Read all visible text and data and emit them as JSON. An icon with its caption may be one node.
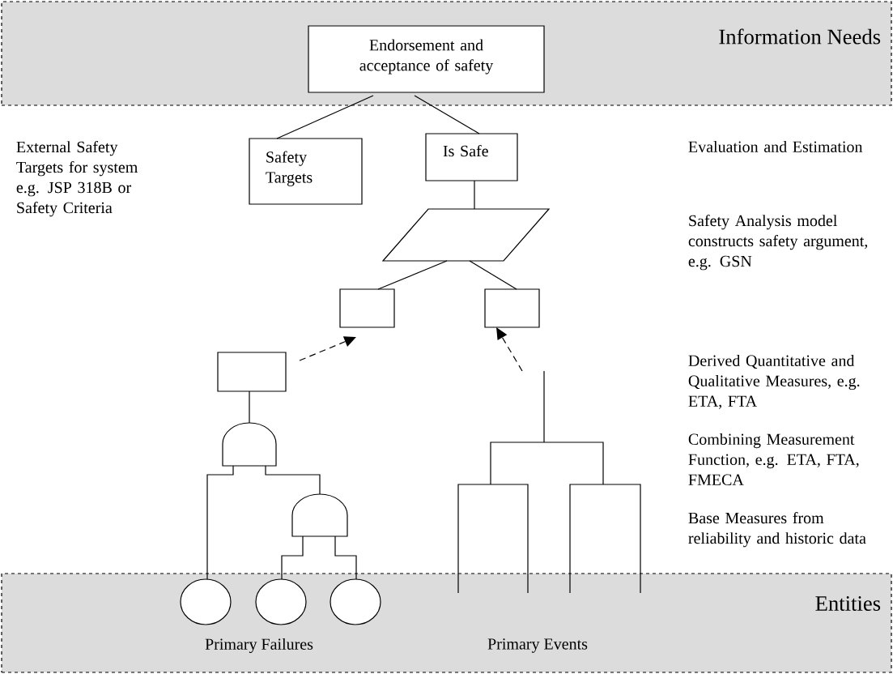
{
  "diagram": {
    "nodes": [
      {
        "text": [
          "Information Needs"
        ]
      },
      {
        "text": [
          "Endorsement and acceptance of safety"
        ],
        "in": 0
      },
      {
        "text": [
          "Safety Targets"
        ]
      },
      {
        "text": [
          "Is Safe"
        ]
      },
      {
        "text": [],
        "shape": "parallelogram"
      },
      {
        "text": [],
        "shape": "box"
      },
      {
        "text": [],
        "shape": "box"
      },
      {
        "text": [],
        "shape": "box"
      },
      {
        "text": [],
        "shape": "gate"
      },
      {
        "text": [],
        "shape": "gate"
      },
      {
        "text": [
          "Entities",
          "Primary Failures",
          "Primary Events"
        ]
      },
      {
        "text": [],
        "shape": "circle",
        "in": 10
      },
      {
        "text": [],
        "shape": "circle",
        "in": 10
      },
      {
        "text": [],
        "shape": "circle",
        "in": 10
      },
      {
        "text": [],
        "shape": "tree"
      }
    ],
    "edges": [
      {
        "from": 1,
        "to": 2,
        "arrow": "none"
      },
      {
        "from": 1,
        "to": 3,
        "arrow": "none"
      },
      {
        "from": 3,
        "to": 4,
        "arrow": "none"
      },
      {
        "from": 4,
        "to": 5,
        "arrow": "none"
      },
      {
        "from": 4,
        "to": 6,
        "arrow": "none"
      },
      {
        "from": 7,
        "to": 5,
        "arrow": "to",
        "style": "dashed"
      },
      {
        "from": 14,
        "to": 6,
        "arrow": "to",
        "style": "dashed"
      },
      {
        "from": 7,
        "to": 8,
        "arrow": "none"
      },
      {
        "from": 8,
        "to": 11,
        "arrow": "none"
      },
      {
        "from": 8,
        "to": 9,
        "arrow": "none"
      },
      {
        "from": 9,
        "to": 12,
        "arrow": "none"
      },
      {
        "from": 9,
        "to": 13,
        "arrow": "none"
      }
    ],
    "labels": [
      "External Safety Targets for system e.g. JSP 318B or Safety Criteria",
      "Evaluation and Estimation",
      "Safety Analysis model constructs safety argument, e.g. GSN",
      "Derived Quantitative and Qualitative Measures, e.g. ETA, FTA",
      "Combining Measurement Function, e.g. ETA, FTA, FMECA",
      "Base Measures from reliability and historic data"
    ]
  }
}
